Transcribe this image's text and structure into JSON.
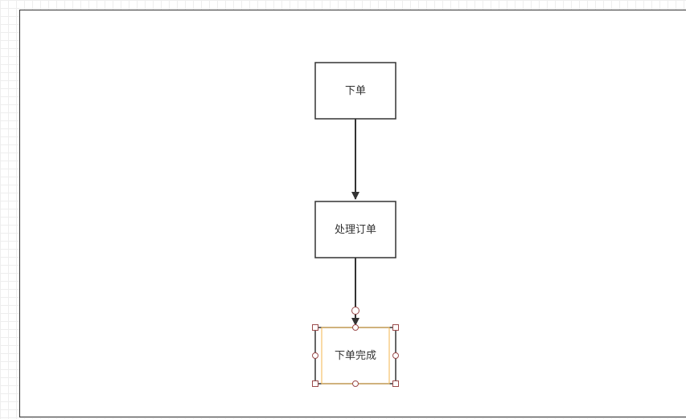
{
  "nodes": [
    {
      "id": "n1",
      "label": "下单",
      "selected": false
    },
    {
      "id": "n2",
      "label": "处理订单",
      "selected": false
    },
    {
      "id": "n3",
      "label": "下单完成",
      "selected": true
    }
  ],
  "edges": [
    {
      "from": "n1",
      "to": "n2"
    },
    {
      "from": "n2",
      "to": "n3"
    }
  ],
  "colors": {
    "stroke": "#333333",
    "selection_outline": "#f5c26b",
    "handle_stroke": "#9b4b4b",
    "grid": "#eeeeee"
  }
}
